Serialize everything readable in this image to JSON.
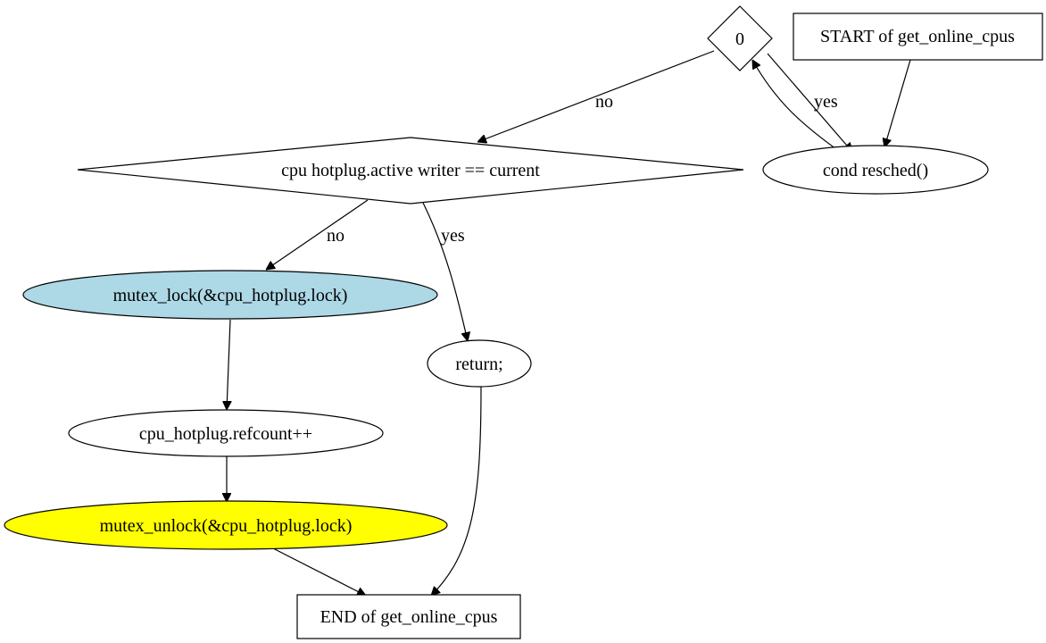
{
  "nodes": {
    "start": {
      "label": "START of get_online_cpus"
    },
    "loop_cond": {
      "label": "0"
    },
    "cond_resched": {
      "label": "cond  resched()"
    },
    "writer_check": {
      "label": "cpu  hotplug.active  writer == current"
    },
    "mutex_lock": {
      "label": "mutex_lock(&cpu_hotplug.lock)",
      "fill": "#add8e6"
    },
    "return_stmt": {
      "label": "return;"
    },
    "refcount": {
      "label": "cpu_hotplug.refcount++"
    },
    "mutex_unlock": {
      "label": "mutex_unlock(&cpu_hotplug.lock)",
      "fill": "#ffff00"
    },
    "end": {
      "label": "END of get_online_cpus"
    }
  },
  "edges": {
    "loop_yes": {
      "label": "yes"
    },
    "loop_no": {
      "label": "no"
    },
    "writer_no": {
      "label": "no"
    },
    "writer_yes": {
      "label": "yes"
    }
  }
}
